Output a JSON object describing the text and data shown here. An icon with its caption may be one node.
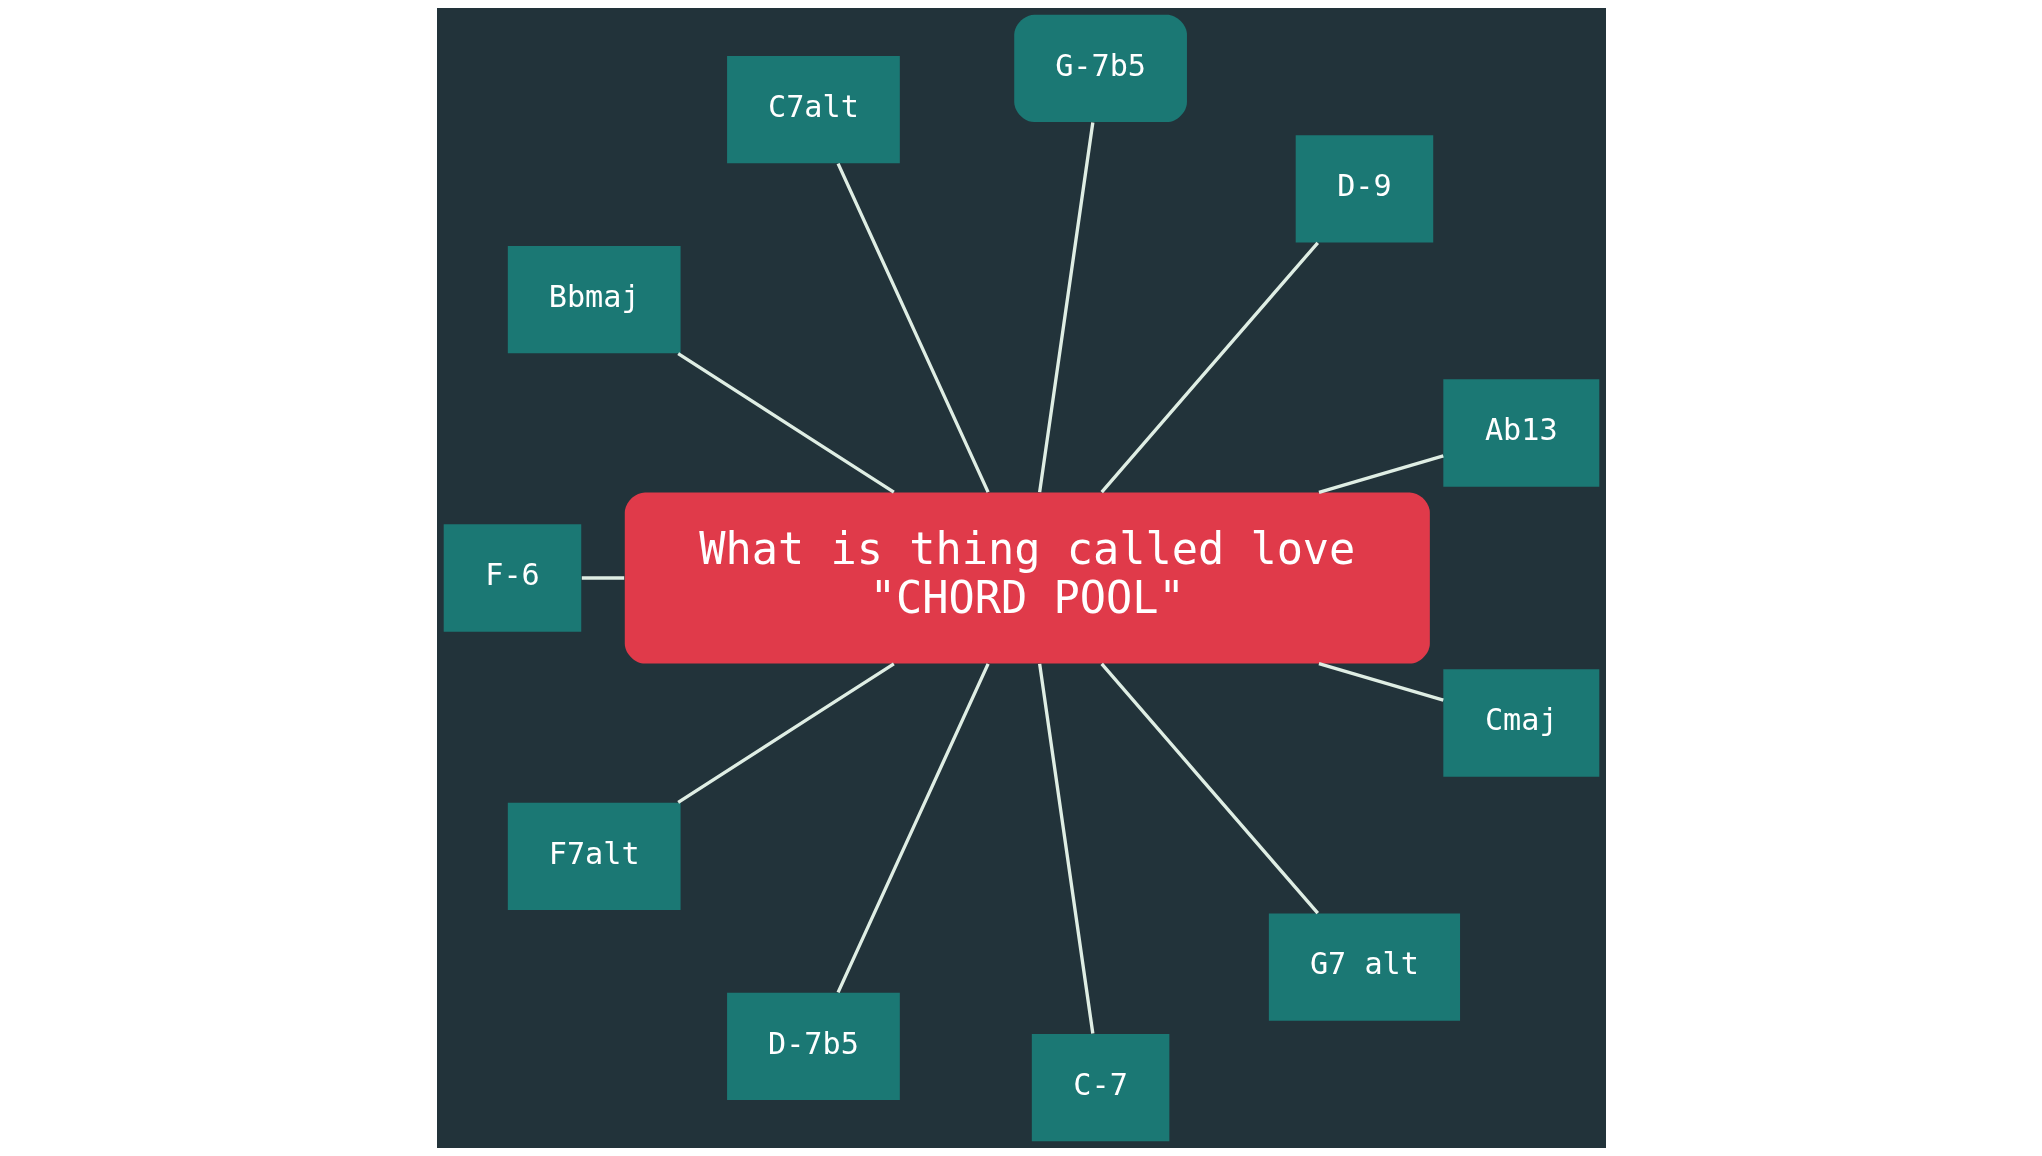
{
  "diagram": {
    "nodes": [
      {
        "text": [
          "What is thing called love \"CHORD POOL\""
        ]
      },
      {
        "text": [
          "Ab13"
        ]
      },
      {
        "text": [
          "D-9"
        ]
      },
      {
        "text": [
          "G-7b5"
        ]
      },
      {
        "text": [
          "C7alt"
        ]
      },
      {
        "text": [
          "Bbmaj"
        ]
      },
      {
        "text": [
          "F-6"
        ]
      },
      {
        "text": [
          "F7alt"
        ]
      },
      {
        "text": [
          "D-7b5"
        ]
      },
      {
        "text": [
          "C-7"
        ]
      },
      {
        "text": [
          "G7 alt"
        ]
      },
      {
        "text": [
          "Cmaj"
        ]
      }
    ],
    "edges": [
      {
        "from": 0,
        "to": 1,
        "arrow": "none"
      },
      {
        "from": 0,
        "to": 2,
        "arrow": "none"
      },
      {
        "from": 0,
        "to": 3,
        "arrow": "none"
      },
      {
        "from": 0,
        "to": 4,
        "arrow": "none"
      },
      {
        "from": 0,
        "to": 6,
        "arrow": "none"
      },
      {
        "from": 0,
        "to": 8,
        "arrow": "none"
      },
      {
        "from": 0,
        "to": 10,
        "arrow": "none"
      },
      {
        "from": 0,
        "to": 11,
        "arrow": "none"
      },
      {
        "from": 0,
        "to": 9,
        "arrow": "none"
      },
      {
        "from": 0,
        "to": 7,
        "arrow": "none"
      },
      {
        "from": 0,
        "to": 5,
        "arrow": "none"
      }
    ]
  }
}
